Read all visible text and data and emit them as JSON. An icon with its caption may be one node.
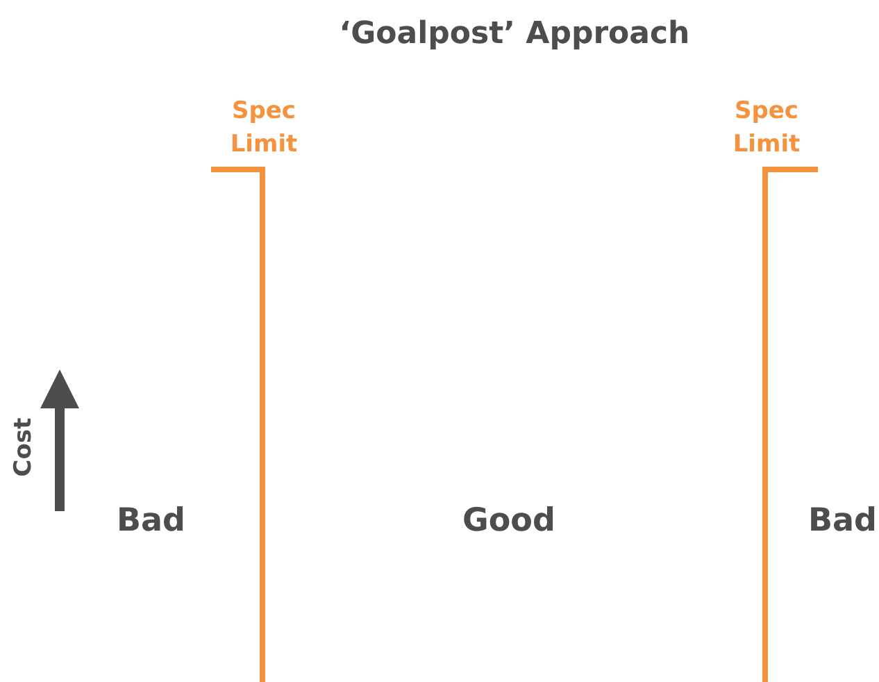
{
  "diagram": {
    "title": "‘Goalpost’ Approach",
    "labels": [
      "Spec Limit",
      "Spec Limit",
      "Cost",
      "Bad",
      "Good",
      "Bad"
    ]
  }
}
